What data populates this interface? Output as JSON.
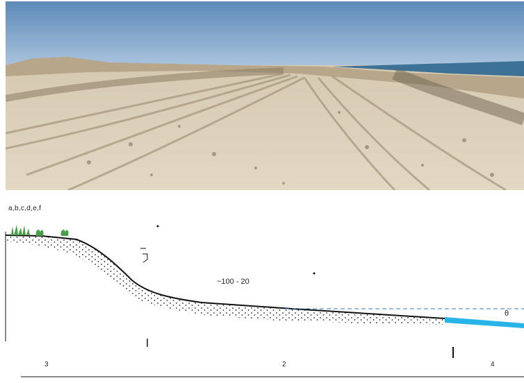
{
  "diagram": {
    "title": "a,b,c,d,e,f",
    "slope_label": "~100 - 20",
    "angle_label": "θ",
    "zone_labels": [
      "3",
      "2",
      "4"
    ]
  },
  "colors": {
    "sky": "#6f9ac6",
    "sand": "#d6c9b1",
    "sea": "#3d7196",
    "water_line": "#29b4e9",
    "vegetation": "#4aa04a"
  }
}
